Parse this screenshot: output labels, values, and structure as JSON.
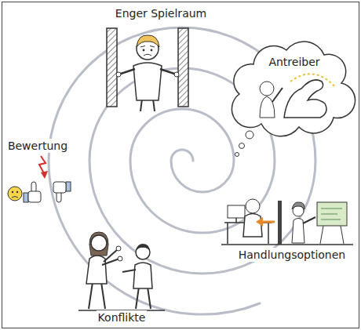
{
  "diagram": {
    "labels": [
      "Enger Spielraum",
      "Antreiber",
      "Bewertung",
      "Handlungsoptionen",
      "Konflikte"
    ]
  }
}
